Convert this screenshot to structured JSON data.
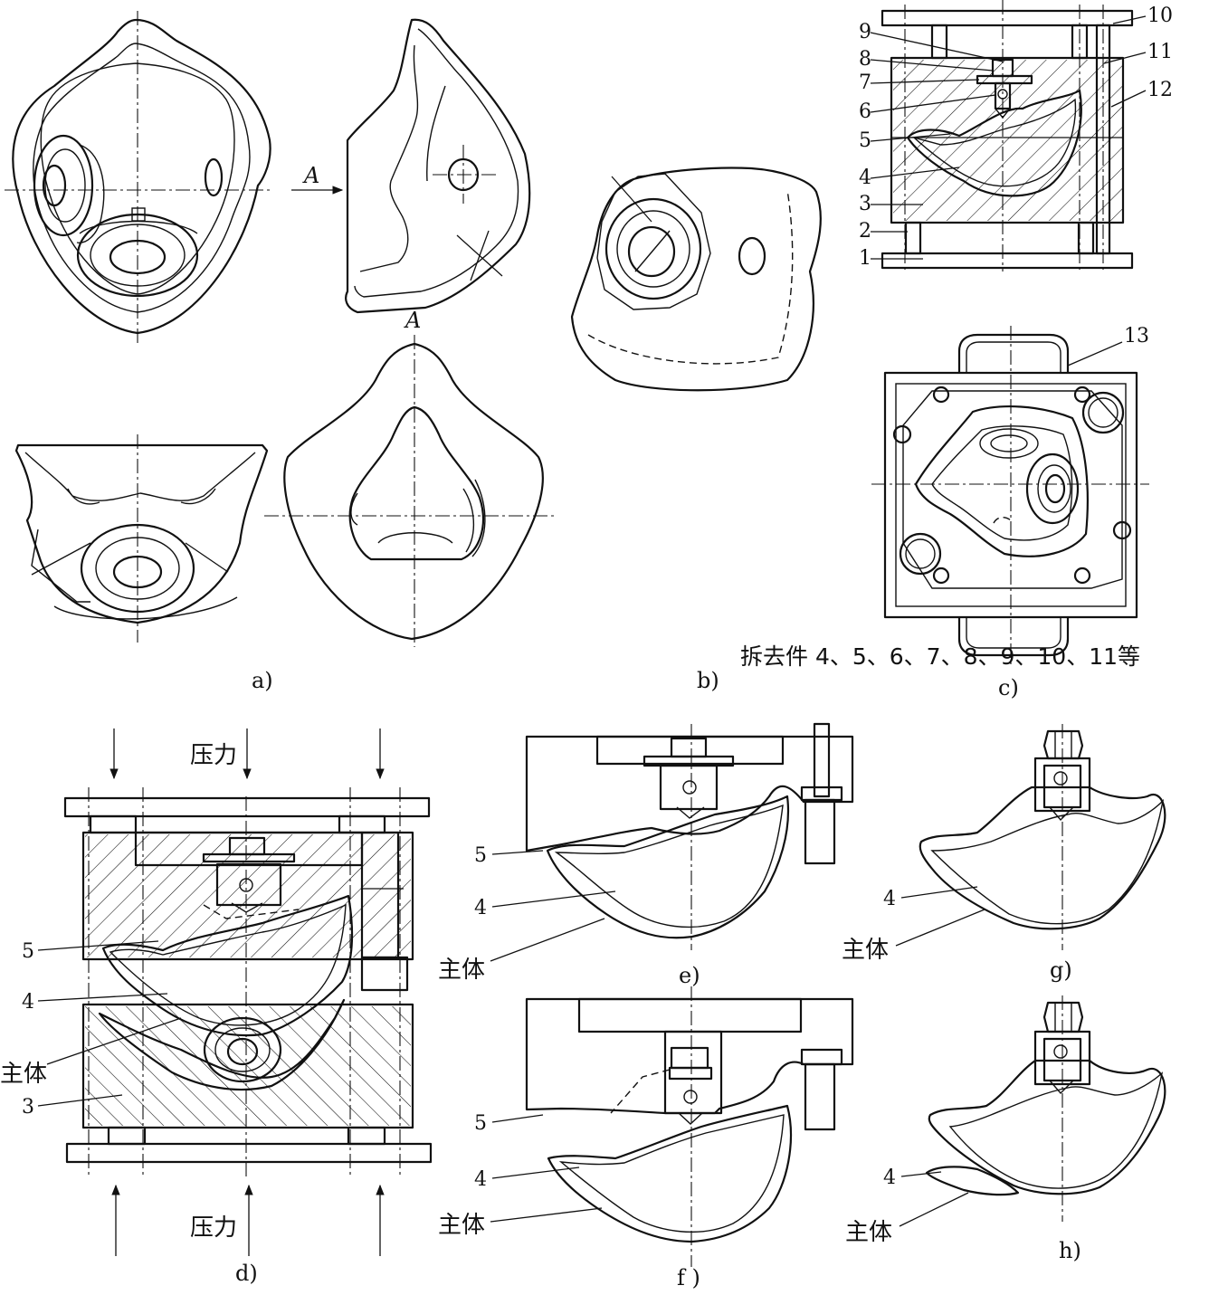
{
  "captions": {
    "a": "a)",
    "b": "b)",
    "c": "c)",
    "d": "d)",
    "e": "e)",
    "f": "f )",
    "g": "g)",
    "h": "h)"
  },
  "view_labels": {
    "arrow": "A",
    "section": "A"
  },
  "part_numbers": {
    "p1": "1",
    "p2": "2",
    "p3": "3",
    "p4": "4",
    "p5": "5",
    "p6": "6",
    "p7": "7",
    "p8": "8",
    "p9": "9",
    "p10": "10",
    "p11": "11",
    "p12": "12",
    "p13": "13"
  },
  "note_c": "拆去件 4、5、6、7、8、9、10、11等",
  "force_label": "压力",
  "main_body_label": "主体",
  "callouts": {
    "d": [
      "5",
      "4",
      "3"
    ],
    "e": [
      "5",
      "4"
    ],
    "f": [
      "5",
      "4"
    ],
    "g": [
      "4"
    ],
    "h": [
      "4"
    ]
  }
}
